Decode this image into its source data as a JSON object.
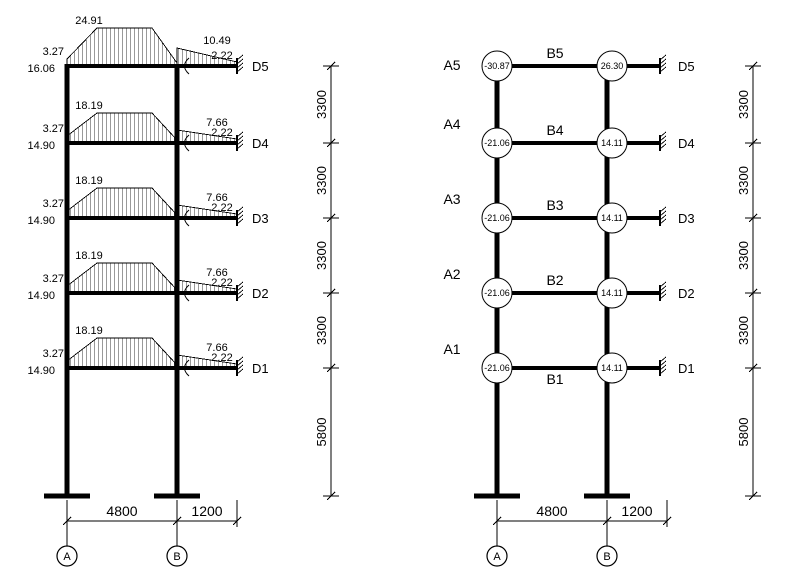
{
  "left_diagram": {
    "floors": [
      {
        "d_label": "D5",
        "peak": "24.91",
        "a_top": "3.27",
        "a_bottom": "16.06",
        "b_cant": "10.49",
        "tip_val": "2.22"
      },
      {
        "d_label": "D4",
        "peak": "18.19",
        "a_top": "3.27",
        "a_bottom": "14.90",
        "b_cant": "7.66",
        "tip_val": "2.22"
      },
      {
        "d_label": "D3",
        "peak": "18.19",
        "a_top": "3.27",
        "a_bottom": "14.90",
        "b_cant": "7.66",
        "tip_val": "2.22"
      },
      {
        "d_label": "D2",
        "peak": "18.19",
        "a_top": "3.27",
        "a_bottom": "14.90",
        "b_cant": "7.66",
        "tip_val": "2.22"
      },
      {
        "d_label": "D1",
        "peak": "18.19",
        "a_top": "3.27",
        "a_bottom": "14.90",
        "b_cant": "7.66",
        "tip_val": "2.22"
      }
    ],
    "story_dims": [
      "3300",
      "3300",
      "3300",
      "3300",
      "5800"
    ],
    "span_dims": [
      "4800",
      "1200"
    ],
    "axis_labels": [
      "A",
      "B"
    ]
  },
  "right_diagram": {
    "floors": [
      {
        "story_label": "A5",
        "beam_label": "B5",
        "node_a": "-30.87",
        "node_b": "26.30",
        "d_label": "D5"
      },
      {
        "story_label": "A4",
        "beam_label": "B4",
        "node_a": "-21.06",
        "node_b": "14.11",
        "d_label": "D4"
      },
      {
        "story_label": "A3",
        "beam_label": "B3",
        "node_a": "-21.06",
        "node_b": "14.11",
        "d_label": "D3"
      },
      {
        "story_label": "A2",
        "beam_label": "B2",
        "node_a": "-21.06",
        "node_b": "14.11",
        "d_label": "D2"
      },
      {
        "story_label": "A1",
        "beam_label": "B1",
        "node_a": "-21.06",
        "node_b": "14.11",
        "d_label": "D1"
      }
    ],
    "story_dims": [
      "3300",
      "3300",
      "3300",
      "3300",
      "5800"
    ],
    "span_dims": [
      "4800",
      "1200"
    ],
    "axis_labels": [
      "A",
      "B"
    ]
  }
}
